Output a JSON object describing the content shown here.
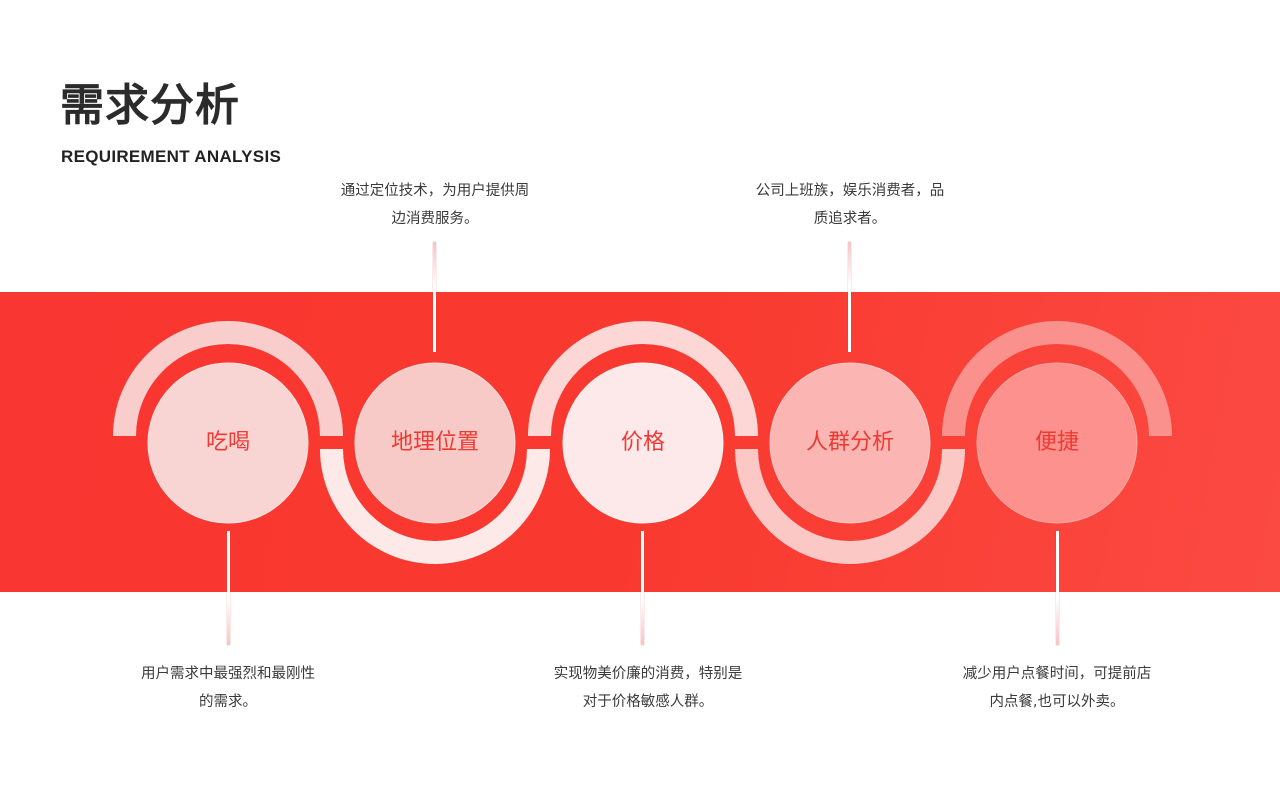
{
  "header": {
    "title": "需求分析",
    "subtitle": "REQUIREMENT ANALYSIS"
  },
  "colors": {
    "band": "#f93631",
    "label_text": "#ee3a33",
    "body_text": "#3a3a3a"
  },
  "nodes": [
    {
      "label": "吃喝",
      "fill": "#f8d5d3",
      "arc_fill": "#f9cdcb",
      "arc_position": "top",
      "description_line1": "用户需求中最强烈和最刚性",
      "description_line2": "的需求。",
      "description_position": "bottom"
    },
    {
      "label": "地理位置",
      "fill": "#f8cac7",
      "arc_fill": "#fde9e8",
      "arc_position": "bottom",
      "description_line1": "通过定位技术，为用户提供周",
      "description_line2": "边消费服务。",
      "description_position": "top"
    },
    {
      "label": "价格",
      "fill": "#fde9e9",
      "arc_fill": "#fcd7d5",
      "arc_position": "top",
      "description_line1": "实现物美价廉的消费，特别是",
      "description_line2": "对于价格敏感人群。",
      "description_position": "bottom"
    },
    {
      "label": "人群分析",
      "fill": "#fbb5b3",
      "arc_fill": "#fcc8c6",
      "arc_position": "bottom",
      "description_line1": "公司上班族，娱乐消费者，品",
      "description_line2": "质追求者。",
      "description_position": "top"
    },
    {
      "label": "便捷",
      "fill": "#fd918e",
      "arc_fill": "#fb918c",
      "arc_position": "top",
      "description_line1": "减少用户点餐时间，可提前店",
      "description_line2": "内点餐,也可以外卖。",
      "description_position": "bottom"
    }
  ]
}
